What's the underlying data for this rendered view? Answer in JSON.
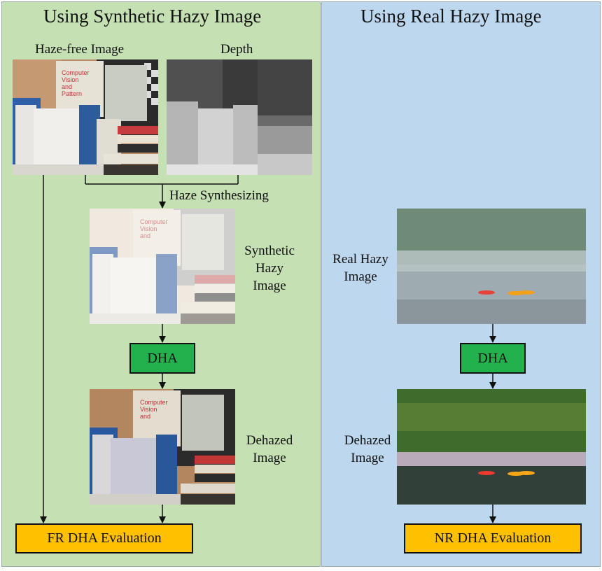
{
  "left_panel": {
    "title": "Using Synthetic Hazy Image",
    "haze_free_label": "Haze-free Image",
    "depth_label": "Depth",
    "haze_synth_label": "Haze Synthesizing",
    "synthetic_label": [
      "Synthetic",
      "Hazy",
      "Image"
    ],
    "dha_label": "DHA",
    "dehazed_label": [
      "Dehazed",
      "Image"
    ],
    "eval_label": "FR DHA Evaluation"
  },
  "right_panel": {
    "title": "Using Real Hazy Image",
    "real_hazy_label": [
      "Real Hazy",
      "Image"
    ],
    "dha_label": "DHA",
    "dehazed_label": [
      "Dehazed",
      "Image"
    ],
    "eval_label": "NR DHA Evaluation"
  },
  "colors": {
    "left_bg": "#c5e0b3",
    "right_bg": "#bdd7ee",
    "dha_box": "#22b14c",
    "eval_box": "#ffc000"
  }
}
